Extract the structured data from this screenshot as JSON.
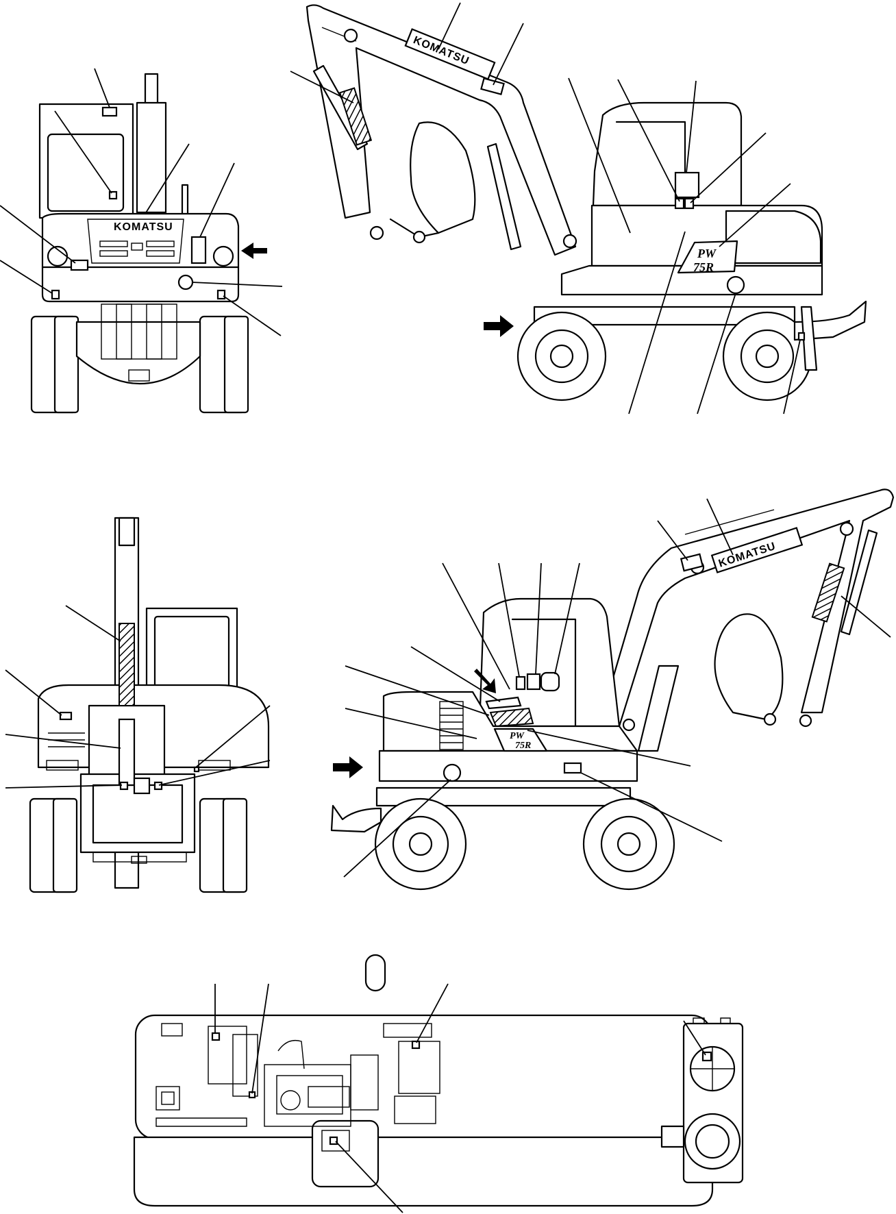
{
  "brand_text": "KOMATSU",
  "model_text_line1": "PW",
  "model_text_line2": "75R"
}
